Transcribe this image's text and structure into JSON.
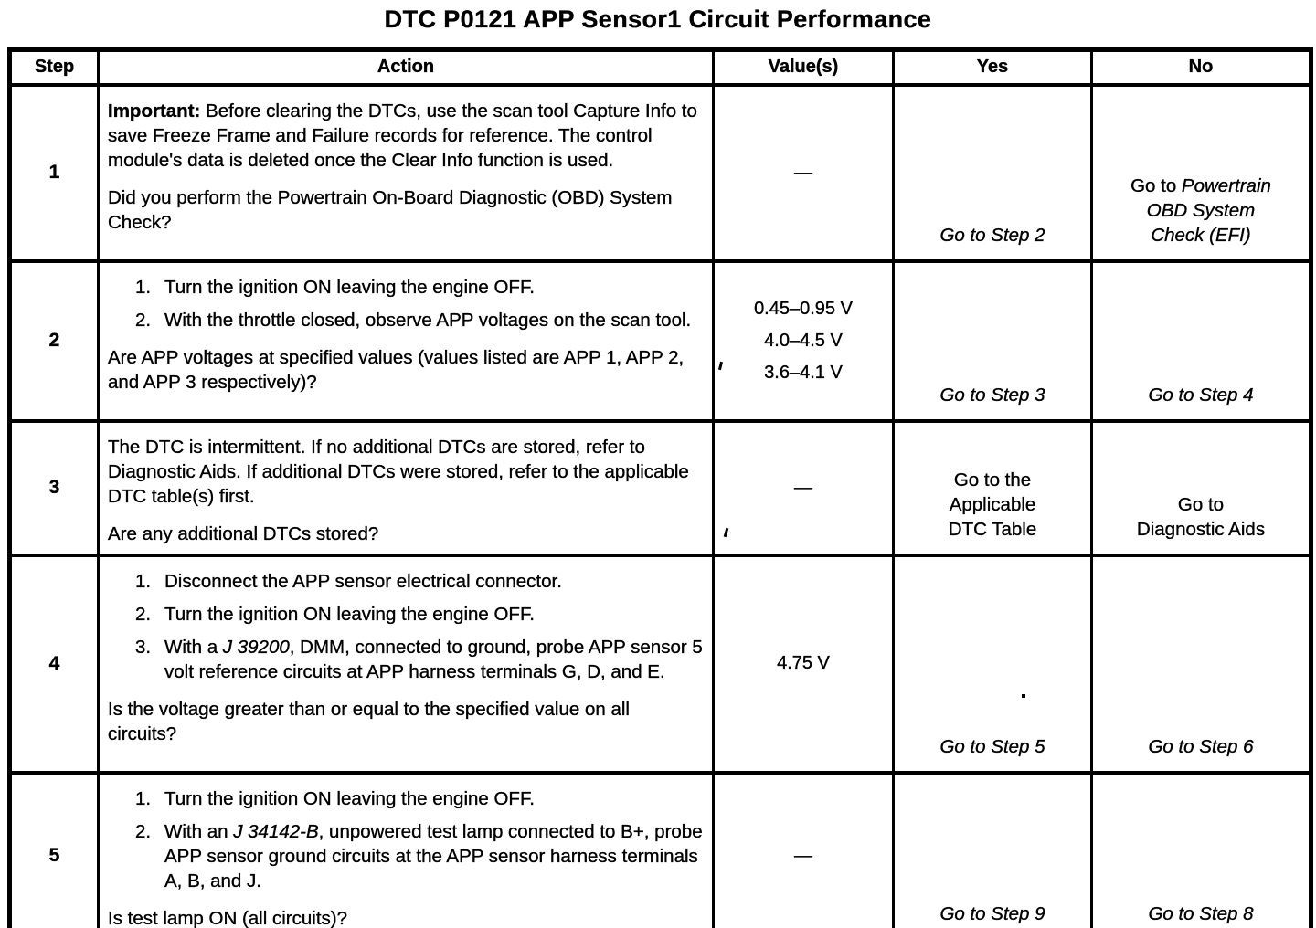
{
  "title": "DTC P0121 APP Sensor1 Circuit Performance",
  "table": {
    "headers": {
      "step": "Step",
      "action": "Action",
      "values": "Value(s)",
      "yes": "Yes",
      "no": "No"
    },
    "rows": [
      {
        "step": "1",
        "important_label": "Important:",
        "important_text": " Before clearing the DTCs, use the scan tool Capture Info to save Freeze Frame and Failure records for reference. The control module's data is deleted once the Clear Info function is used.",
        "question": "Did you perform the Powertrain On-Board Diagnostic (OBD) System Check?",
        "value": "—",
        "yes": "Go to Step 2",
        "no_prefix": "Go to ",
        "no_lines": [
          "Powertrain",
          "OBD System",
          "Check (EFI)"
        ]
      },
      {
        "step": "2",
        "items": [
          {
            "num": "1.",
            "text": "Turn the ignition ON leaving the engine OFF."
          },
          {
            "num": "2.",
            "text": "With the throttle closed, observe APP voltages on the scan tool."
          }
        ],
        "question": "Are APP voltages at specified values (values listed are APP 1, APP 2, and APP 3 respectively)?",
        "values": [
          "0.45–0.95 V",
          "4.0–4.5 V",
          "3.6–4.1 V"
        ],
        "yes": "Go to Step 3",
        "no": "Go to Step 4"
      },
      {
        "step": "3",
        "lead": "The DTC is intermittent. If no additional DTCs are stored, refer to Diagnostic Aids. If additional DTCs were stored, refer to the applicable DTC table(s) first.",
        "question": "Are any additional DTCs stored?",
        "value": "—",
        "yes": "Go to the Applicable DTC Table",
        "no": "Go to Diagnostic Aids"
      },
      {
        "step": "4",
        "items": [
          {
            "num": "1.",
            "text": "Disconnect the APP sensor electrical connector."
          },
          {
            "num": "2.",
            "text": "Turn the ignition ON leaving the engine OFF."
          },
          {
            "num": "3.",
            "pre": "With a ",
            "tool": "J 39200",
            "post": ", DMM, connected to ground, probe APP sensor 5 volt reference circuits at APP harness terminals G, D, and E."
          }
        ],
        "question": "Is the voltage greater than or equal to the specified value on all circuits?",
        "value": "4.75 V",
        "yes": "Go to Step 5",
        "no": "Go to Step 6"
      },
      {
        "step": "5",
        "items": [
          {
            "num": "1.",
            "text": "Turn the ignition ON leaving the engine OFF."
          },
          {
            "num": "2.",
            "pre": "With an ",
            "tool": "J 34142-B",
            "post": ", unpowered test lamp connected to B+, probe APP sensor ground circuits at the APP sensor harness terminals A, B, and J."
          }
        ],
        "question": "Is test lamp ON (all circuits)?",
        "value": "—",
        "yes": "Go to Step 9",
        "no": "Go to Step 8"
      }
    ]
  }
}
